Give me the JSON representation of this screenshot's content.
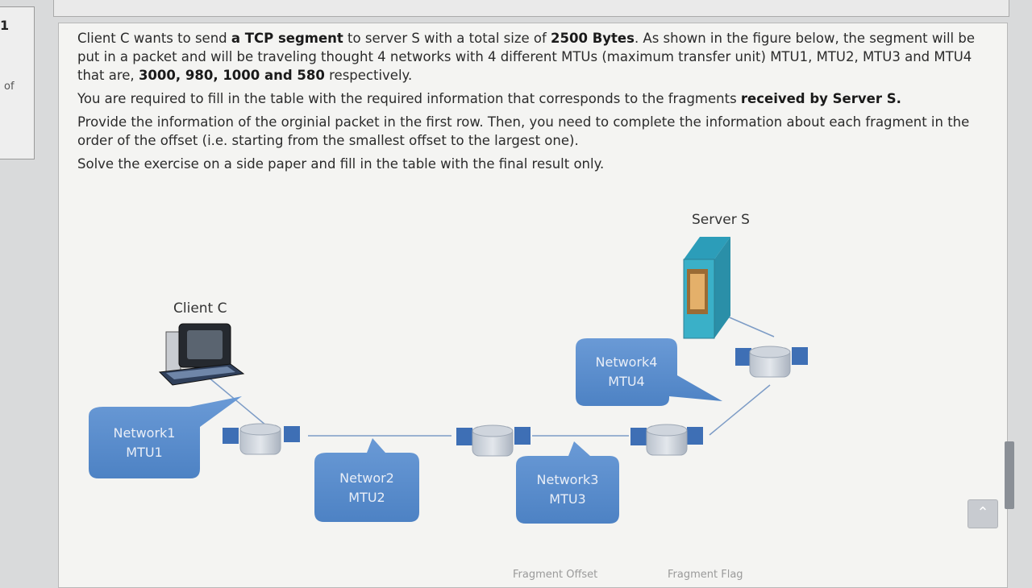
{
  "sidebar": {
    "corner_mark": "1",
    "of_label": "of"
  },
  "question": {
    "p1_a": "Client C wants to send ",
    "p1_b": "a TCP segment",
    "p1_c": " to server S with a total size  of ",
    "p1_d": "2500 Bytes",
    "p1_e": ". As shown in the figure below, the segment will be put in a packet and will be traveling thought 4 networks with 4 different MTUs (maximum transfer unit) MTU1, MTU2, MTU3 and MTU4 that are, ",
    "p1_f": "3000, 980, 1000 and 580",
    "p1_g": " respectively.",
    "p2": "You are required to fill in the table with the required information that corresponds to the fragments ",
    "p2_b": "received by Server S.",
    "p3": "Provide the information of the orginial packet in the first row. Then, you need to complete the information about each fragment in the order of the offset (i.e. starting from the smallest offset to the largest one).",
    "p4": "Solve the exercise on a side paper and fill in the table with the final result only."
  },
  "diagram": {
    "client_label": "Client C",
    "server_label": "Server S",
    "networks": [
      {
        "name": "Network1",
        "mtu": "MTU1"
      },
      {
        "name": "Networ2",
        "mtu": "MTU2"
      },
      {
        "name": "Network3",
        "mtu": "MTU3"
      },
      {
        "name": "Network4",
        "mtu": "MTU4"
      }
    ]
  },
  "table": {
    "col_offset": "Fragment Offset",
    "col_flag": "Fragment Flag"
  },
  "colors": {
    "bubble": "#5a8fce",
    "router": "#3e6fb5"
  },
  "icons": {
    "scroll_up": "chevron-up-icon"
  }
}
